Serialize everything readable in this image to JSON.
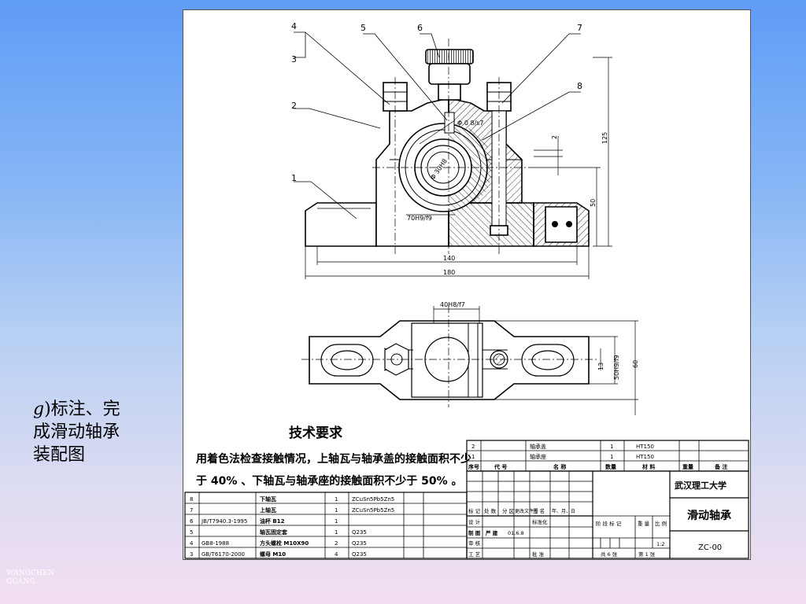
{
  "slide": {
    "caption_letter": "g",
    "caption_rest_line1": ")标注、完",
    "caption_line2": "成滑动轴承",
    "caption_line3": "装配图",
    "watermark_line1": "WANGCHEN",
    "watermark_line2": "GGANG"
  },
  "drawing": {
    "balloons": [
      "1",
      "2",
      "3",
      "4",
      "5",
      "6",
      "7",
      "8"
    ],
    "dims": {
      "d_oil": "Φ 0 8/s7",
      "d_bore": "Φ 30H8",
      "d_shell": "70H9/f9",
      "w140": "140",
      "w180": "180",
      "h125": "125",
      "h50": "50",
      "h2": "2",
      "top_fit": "40H8/f7",
      "w13": "13",
      "fit50": "50H9/f9",
      "h60": "60"
    },
    "tech_req": {
      "title": "技术要求",
      "line1": "用着色法检查接触情况，上轴瓦与轴承盖的接触面积不少",
      "line2": "于 40% 、下轴瓦与轴承座的接触面积不少于 50% 。"
    },
    "parts_upper": [
      {
        "no": "2",
        "code": "",
        "name": "轴承盖",
        "qty": "1",
        "mat": "HT150",
        "note": ""
      },
      {
        "no": "1",
        "code": "",
        "name": "轴承座",
        "qty": "1",
        "mat": "HT150",
        "note": ""
      }
    ],
    "parts_header": {
      "no": "序号",
      "code": "代 号",
      "name": "名 称",
      "qty": "数量",
      "mat": "材 料",
      "weight": "重量",
      "note": "备 注"
    },
    "parts_lower": [
      {
        "no": "8",
        "code": "",
        "name": "下轴瓦",
        "qty": "1",
        "mat": "ZCuSn5Pb5Zn5"
      },
      {
        "no": "7",
        "code": "",
        "name": "上轴瓦",
        "qty": "1",
        "mat": "ZCuSn5Pb5Zn5"
      },
      {
        "no": "6",
        "code": "JB/T7940.3-1995",
        "name": "油杯 B12",
        "qty": "1",
        "mat": ""
      },
      {
        "no": "5",
        "code": "",
        "name": "轴瓦固定套",
        "qty": "1",
        "mat": "Q235"
      },
      {
        "no": "4",
        "code": "GB8-1988",
        "name": "方头螺栓 M10X90",
        "qty": "2",
        "mat": "Q235"
      },
      {
        "no": "3",
        "code": "GB/T6170-2000",
        "name": "螺母 M10",
        "qty": "4",
        "mat": "Q235"
      }
    ],
    "title_block": {
      "school": "武汉理工大学",
      "title": "滑动轴承",
      "code": "ZC-00",
      "row_marks": [
        "标 记",
        "处 数",
        "分 区",
        "更改文件号",
        "签 名",
        "年、月、日"
      ],
      "designer_label": "设 计",
      "std_label": "标准化",
      "drafter_label": "制 图",
      "drafter_name": "严 建",
      "date": "01.6.8",
      "checker_label": "审 核",
      "process_label": "工 艺",
      "approve_label": "批 准",
      "stage_label": "阶 段 标 记",
      "weight_label": "重 量",
      "scale_label": "比 例",
      "scale": "1:2",
      "sheets": "共 6 张",
      "sheet_no": "第 1 张"
    }
  }
}
